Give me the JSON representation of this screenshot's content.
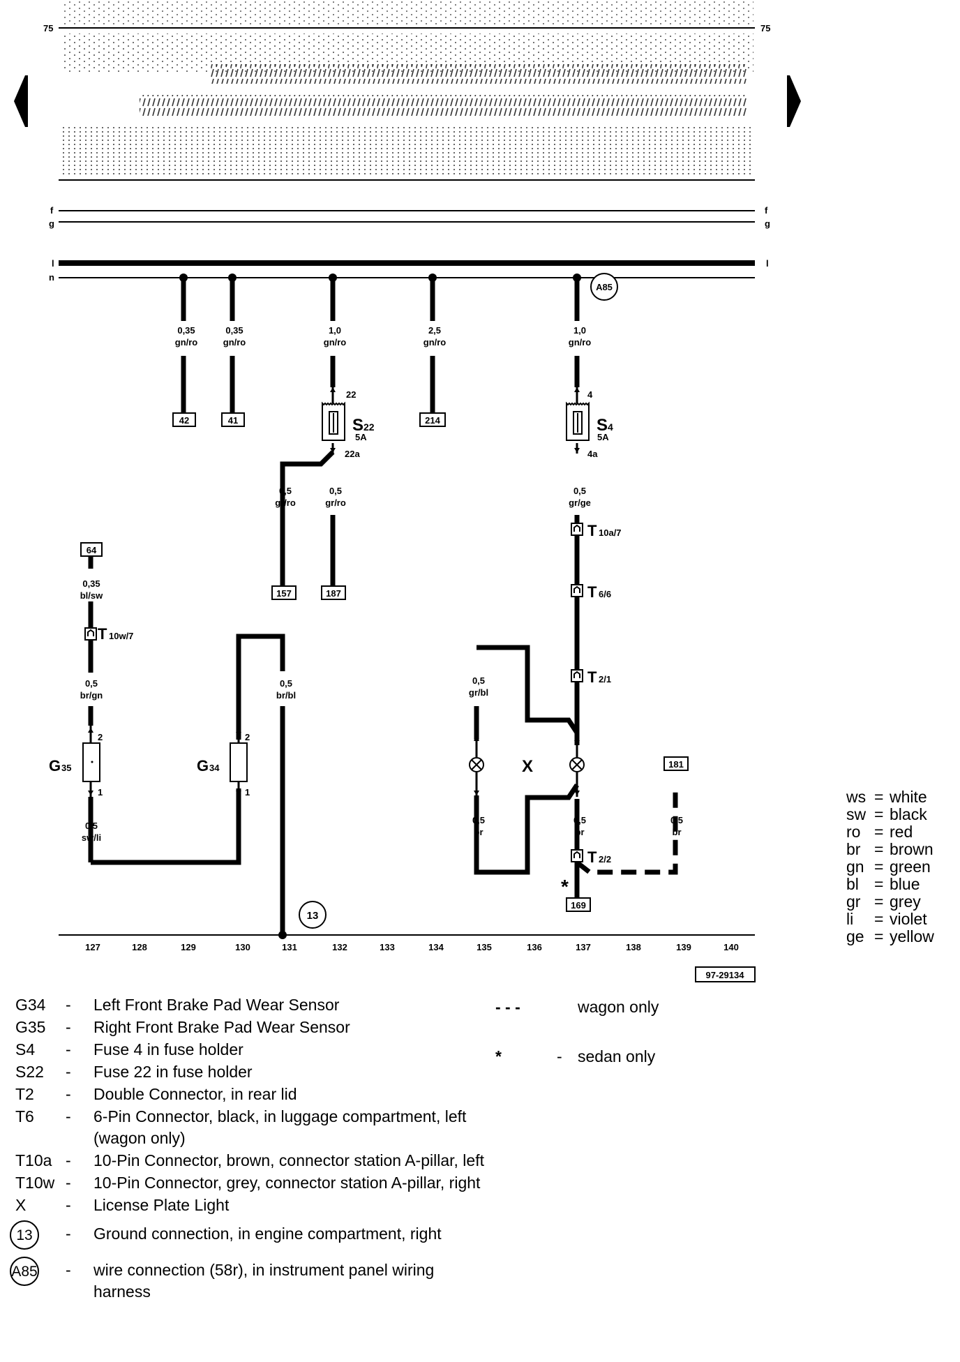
{
  "page": {
    "number_left": "75",
    "number_right": "75",
    "drawing_id": "97-29134"
  },
  "buses": {
    "f": "f",
    "g": "g",
    "l": "l",
    "n": "n"
  },
  "wires": [
    {
      "size": "0,35",
      "color": "gn/ro",
      "to": "42"
    },
    {
      "size": "0,35",
      "color": "gn/ro",
      "to": "41"
    },
    {
      "size": "1,0",
      "color": "gn/ro",
      "to": "S22"
    },
    {
      "size": "2,5",
      "color": "gn/ro",
      "to": "214"
    },
    {
      "size": "1,0",
      "color": "gn/ro",
      "to": "S4"
    },
    {
      "size": "0,5",
      "color": "gr/ro",
      "to": "157"
    },
    {
      "size": "0,5",
      "color": "gr/ro",
      "to": "187"
    },
    {
      "size": "0,5",
      "color": "gr/ge",
      "to": "T10a/7"
    },
    {
      "size": "0,35",
      "color": "bl/sw",
      "to": "64"
    },
    {
      "size": "0,5",
      "color": "br/gn",
      "to": "G35"
    },
    {
      "size": "0,5",
      "color": "br/bl",
      "to": "13"
    },
    {
      "size": "0,5",
      "color": "gr/bl",
      "to": "X"
    },
    {
      "size": "0,5",
      "color": "sw/li",
      "to": "G35"
    },
    {
      "size": "0,5",
      "color": "br",
      "to": "X"
    },
    {
      "size": "0,5",
      "color": "br",
      "to": "T2/2"
    },
    {
      "size": "0,5",
      "color": "br",
      "to": "181"
    }
  ],
  "refs": [
    "42",
    "41",
    "214",
    "157",
    "187",
    "64",
    "181",
    "169"
  ],
  "fuses": [
    {
      "name": "S",
      "sub": "22",
      "rating": "5A",
      "pin_in": "22",
      "pin_out": "22a"
    },
    {
      "name": "S",
      "sub": "4",
      "rating": "5A",
      "pin_in": "4",
      "pin_out": "4a"
    }
  ],
  "connectors": [
    {
      "name": "T",
      "sub": "10a/7"
    },
    {
      "name": "T",
      "sub": "6/6"
    },
    {
      "name": "T",
      "sub": "2/1"
    },
    {
      "name": "T",
      "sub": "2/2"
    },
    {
      "name": "T",
      "sub": "10w/7"
    }
  ],
  "components": {
    "g35": {
      "name": "G",
      "sub": "35",
      "pin_top": "2",
      "pin_bottom": "1"
    },
    "g34": {
      "name": "G",
      "sub": "34",
      "pin_top": "2",
      "pin_bottom": "1"
    },
    "x": "X",
    "ground": "13",
    "splice": "A85",
    "star": "*"
  },
  "scale": [
    "127",
    "128",
    "129",
    "130",
    "131",
    "132",
    "133",
    "134",
    "135",
    "136",
    "137",
    "138",
    "139",
    "140"
  ],
  "color_key": [
    {
      "abbr": "ws",
      "name": "white"
    },
    {
      "abbr": "sw",
      "name": "black"
    },
    {
      "abbr": "ro",
      "name": "red"
    },
    {
      "abbr": "br",
      "name": "brown"
    },
    {
      "abbr": "gn",
      "name": "green"
    },
    {
      "abbr": "bl",
      "name": "blue"
    },
    {
      "abbr": "gr",
      "name": "grey"
    },
    {
      "abbr": "li",
      "name": "violet"
    },
    {
      "abbr": "ge",
      "name": "yellow"
    }
  ],
  "legend": [
    {
      "code": "G34",
      "desc": "Left Front Brake Pad Wear Sensor"
    },
    {
      "code": "G35",
      "desc": "Right Front Brake Pad Wear Sensor"
    },
    {
      "code": "S4",
      "desc": "Fuse 4 in fuse holder"
    },
    {
      "code": "S22",
      "desc": "Fuse 22 in fuse holder"
    },
    {
      "code": "T2",
      "desc": "Double Connector, in rear lid"
    },
    {
      "code": "T6",
      "desc": "6-Pin Connector, black, in luggage compartment, left (wagon only)"
    },
    {
      "code": "T10a",
      "desc": "10-Pin Connector, brown, connector station A-pillar, left"
    },
    {
      "code": "T10w",
      "desc": "10-Pin Connector, grey, connector station A-pillar, right"
    },
    {
      "code": "X",
      "desc": "License Plate Light"
    }
  ],
  "legend_symbols": [
    {
      "label": "13",
      "desc": "Ground connection, in engine compartment, right"
    },
    {
      "label": "A85",
      "desc": "wire connection (58r), in instrument panel wiring harness"
    }
  ],
  "notes": [
    {
      "symbol": "- - -",
      "desc": "wagon only"
    },
    {
      "symbol": "*",
      "desc": "sedan only"
    }
  ],
  "dash": "-",
  "eq": "="
}
